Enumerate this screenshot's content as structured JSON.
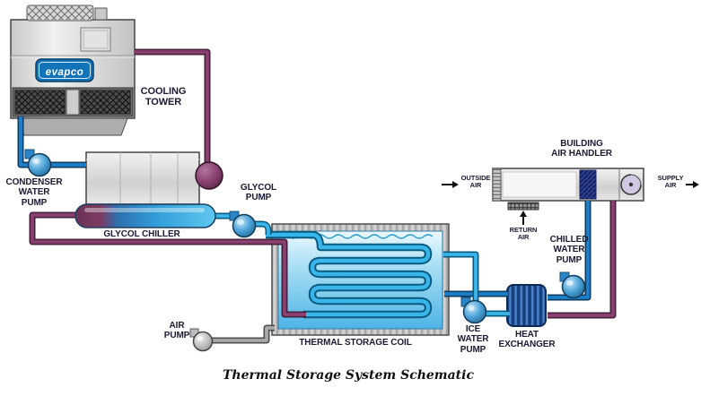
{
  "diagram_title": "Thermal Storage System Schematic",
  "labels": {
    "cooling_tower": "COOLING\nTOWER",
    "condenser_water_pump": "CONDENSER\nWATER\nPUMP",
    "glycol_chiller": "GLYCOL CHILLER",
    "glycol_pump": "GLYCOL\nPUMP",
    "thermal_storage_coil": "THERMAL STORAGE COIL",
    "air_pump": "AIR\nPUMP",
    "ice_water_pump": "ICE\nWATER\nPUMP",
    "heat_exchanger": "HEAT\nEXCHANGER",
    "chilled_water_pump": "CHILLED\nWATER\nPUMP",
    "building_air_handler": "BUILDING\nAIR HANDLER",
    "outside_air": "OUTSIDE\nAIR",
    "return_air": "RETURN\nAIR",
    "supply_air": "SUPPLY\nAIR",
    "logo": "evapco"
  },
  "colors": {
    "pipe_warm_glycol": "#8a4070",
    "pipe_chilled_water": "#1e7fc9",
    "pipe_cold_glycol": "#38b6e9",
    "pipe_air": "#a9a9a9",
    "tank_water": "#4db4e5",
    "label_text": "#1a1a33",
    "logo_blue": "#1273b8"
  }
}
